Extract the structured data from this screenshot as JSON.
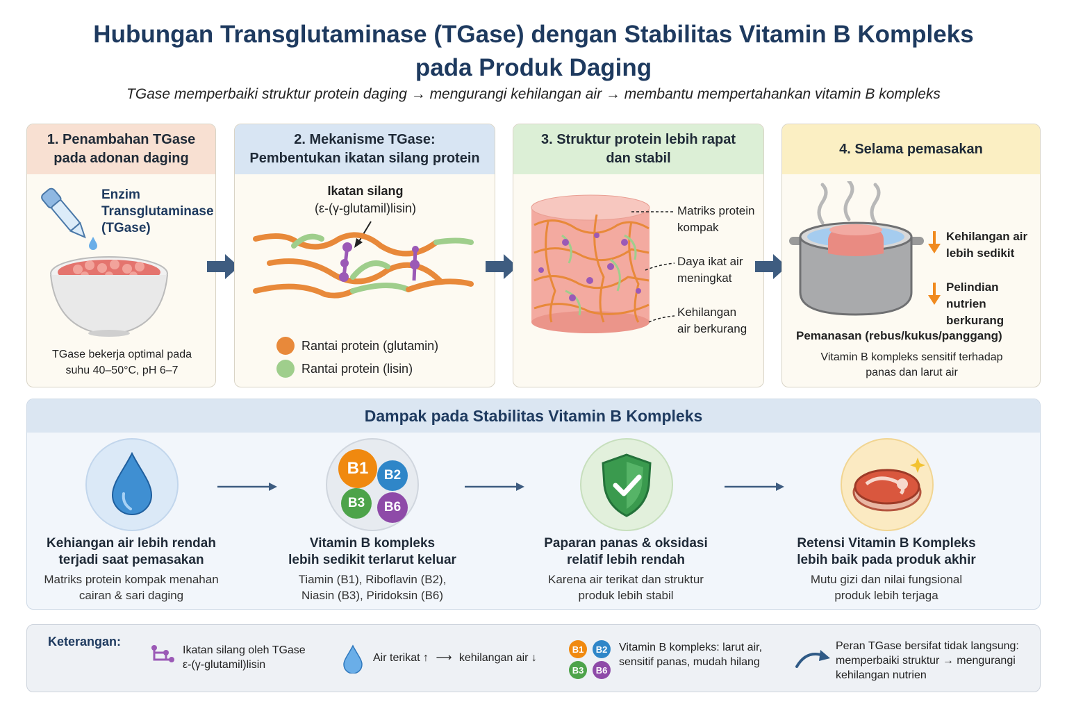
{
  "header": {
    "title_line1": "Hubungan Transglutaminase (TGase) dengan Stabilitas Vitamin B Kompleks",
    "title_line2": "pada Produk Daging",
    "subtitle": "TGase memperbaiki struktur protein daging → mengurangi kehilangan air → membantu mempertahankan vitamin B kompleks"
  },
  "steps": [
    {
      "title_line1": "1. Penambahan TGase",
      "title_line2": "pada adonan daging",
      "enzyme_label": [
        "Enzim",
        "Transglutaminase",
        "(TGase)"
      ],
      "note": [
        "TGase bekerja optimal pada",
        "suhu 40–50°C, pH 6–7"
      ]
    },
    {
      "title_line1": "2. Mekanisme TGase:",
      "title_line2": "Pembentukan ikatan silang protein",
      "crosslink_label": "Ikatan silang",
      "crosslink_sub": "(ε-(γ-glutamil)lisin)",
      "legend": [
        "Rantai protein (glutamin)",
        "Rantai protein (lisin)"
      ]
    },
    {
      "title_line1": "3. Struktur protein lebih rapat",
      "title_line2": "dan stabil",
      "callouts": [
        [
          "Matriks protein",
          "kompak"
        ],
        [
          "Daya ikat air",
          "meningkat"
        ],
        [
          "Kehilangan",
          "air berkurang"
        ]
      ]
    },
    {
      "title_line1": "4. Selama pemasakan",
      "effects": [
        [
          "Kehilangan air",
          "lebih sedikit"
        ],
        [
          "Pelindian nutrien",
          "berkurang"
        ]
      ],
      "heating": "Pemanasan (rebus/kukus/panggang)",
      "note": [
        "Vitamin B kompleks sensitif terhadap",
        "panas dan larut air"
      ]
    }
  ],
  "impact": {
    "title": "Dampak pada Stabilitas Vitamin B Kompleks",
    "items": [
      {
        "title": [
          "Kehiangan air lebih rendah",
          "terjadi saat pemasakan"
        ],
        "desc": [
          "Matriks protein kompak menahan",
          "cairan & sari daging"
        ]
      },
      {
        "title": [
          "Vitamin B kompleks",
          "lebih sedikit terlarut keluar"
        ],
        "desc": [
          "Tiamin (B1), Riboflavin (B2),",
          "Niasin (B3), Piridoksin (B6)"
        ]
      },
      {
        "title": [
          "Paparan panas & oksidasi",
          "relatif lebih rendah"
        ],
        "desc": [
          "Karena air terikat dan struktur",
          "produk lebih stabil"
        ]
      },
      {
        "title": [
          "Retensi Vitamin B Kompleks",
          "lebih baik pada produk akhir"
        ],
        "desc": [
          "Mutu gizi dan nilai fungsional",
          "produk lebih terjaga"
        ]
      }
    ],
    "vitamins": [
      "B1",
      "B2",
      "B3",
      "B6"
    ]
  },
  "legend": {
    "title": "Keterangan:",
    "crosslink": [
      "Ikatan silang oleh TGase",
      "ε-(γ-glutamil)lisin"
    ],
    "water": [
      "Air terikat ↑",
      "kehilangan air ↓"
    ],
    "vitamin": [
      "Vitamin B kompleks: larut air,",
      "sensitif panas, mudah hilang"
    ],
    "role": [
      "Peran TGase bersifat tidak langsung:",
      "memperbaiki struktur → mengurangi",
      "kehilangan nutrien"
    ]
  },
  "colors": {
    "navy": "#1e3a5f",
    "glutamine": "#e8893a",
    "lysine": "#9fce8c",
    "crosslink": "#9b59b6",
    "water": "#3f8fd2",
    "b1": "#f0890f",
    "b2": "#2f86c8",
    "b3": "#4da34a",
    "b6": "#8e4aa8"
  }
}
